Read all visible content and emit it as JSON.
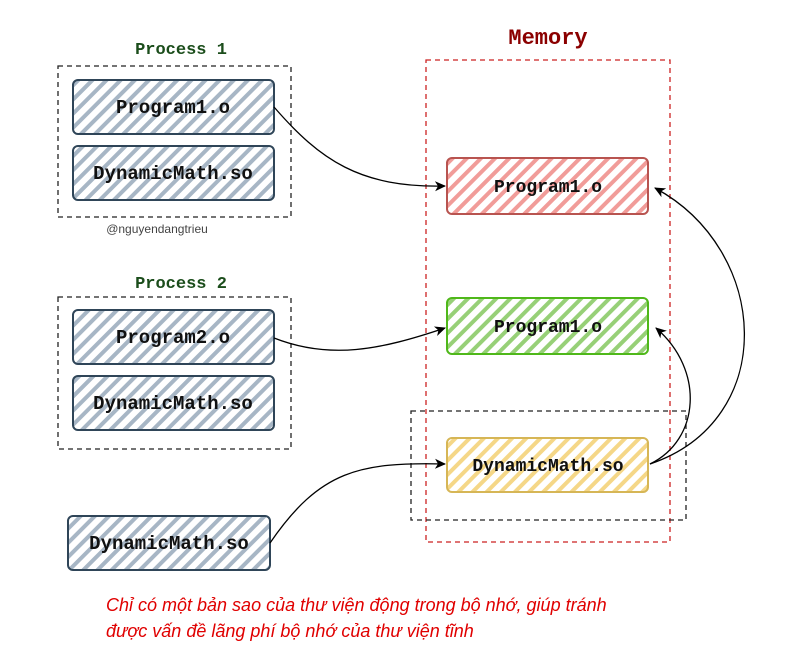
{
  "memory": {
    "title": "Memory"
  },
  "process1": {
    "title": "Process 1",
    "box1": "Program1.o",
    "box2": "DynamicMath.so",
    "watermark": "@nguyendangtrieu"
  },
  "process2": {
    "title": "Process 2",
    "box1": "Program2.o",
    "box2": "DynamicMath.so"
  },
  "standalone": {
    "label": "DynamicMath.so"
  },
  "memory_blocks": {
    "red": "Program1.o",
    "green": "Program1.o",
    "yellow": "DynamicMath.so"
  },
  "caption": {
    "line1": "Chỉ có một bản sao của thư viện động trong bộ nhớ, giúp tránh",
    "line2": "được vấn đề lãng phí bộ nhớ của thư viện tĩnh"
  },
  "colors": {
    "slate_stroke": "#2f4558",
    "slate_hatch": "#a7b6c5",
    "red_stroke": "#b85450",
    "red_hatch": "#f19c99",
    "green_stroke": "#4fb81a",
    "green_hatch": "#97d077",
    "yellow_stroke": "#d6b656",
    "yellow_hatch": "#f5d787",
    "memory_title": "#8b0000",
    "process_title": "#1b4d1b",
    "caption": "#e00000"
  }
}
